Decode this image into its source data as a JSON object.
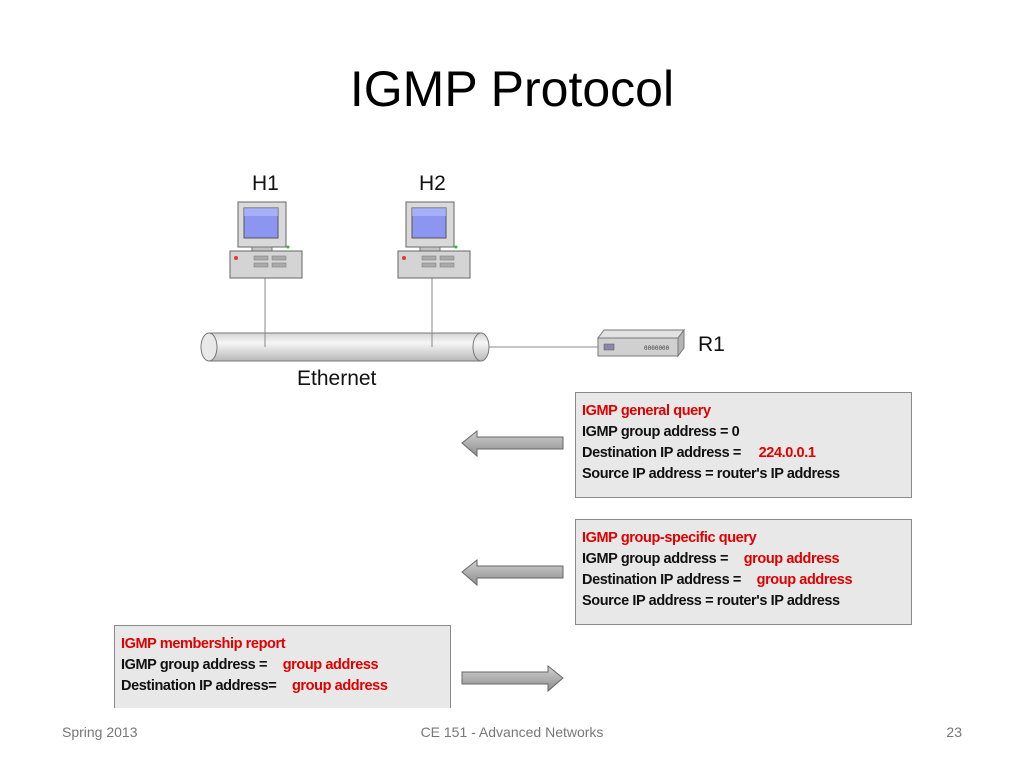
{
  "slide": {
    "title": "IGMP Protocol"
  },
  "footer": {
    "left": "Spring 2013",
    "center": "CE 151 - Advanced Networks",
    "page": "23"
  },
  "diagram": {
    "hosts": [
      "H1",
      "H2"
    ],
    "router": "R1",
    "network": "Ethernet",
    "router_panel_text": "0000000"
  },
  "messages": {
    "general_query": {
      "title": "IGMP general query",
      "group_label": "IGMP group address = 0",
      "dest_label": "Destination IP address =",
      "dest_value": "224.0.0.1",
      "source_line": "Source IP address = router's IP address",
      "direction": "left"
    },
    "group_specific_query": {
      "title": "IGMP group-specific query",
      "group_label": "IGMP group address =",
      "group_value": "group address",
      "dest_label": "Destination IP address =",
      "dest_value": "group address",
      "source_line": "Source IP address = router's IP address",
      "direction": "left"
    },
    "membership_report": {
      "title": "IGMP membership report",
      "group_label": "IGMP group address =",
      "group_value": "group address",
      "dest_label": "Destination IP address=",
      "dest_value": "group address",
      "direction": "right"
    }
  },
  "colors": {
    "highlight": "#e00000",
    "box_fill": "#e8e8e8",
    "arrow_fill": "#9a9a9a"
  }
}
